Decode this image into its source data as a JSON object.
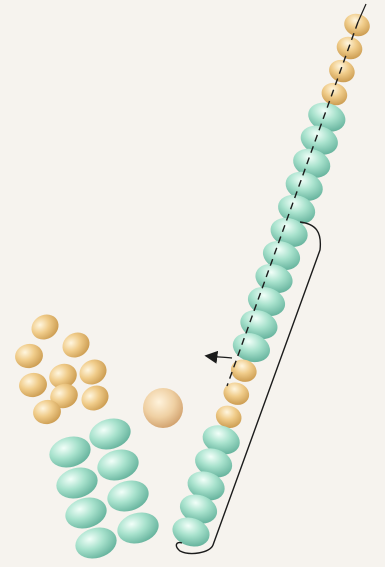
{
  "diagram": {
    "strung_strand": {
      "bead_colors_top_to_bottom": [
        "gold",
        "gold",
        "gold",
        "gold",
        "teal",
        "teal",
        "teal",
        "teal",
        "teal",
        "teal",
        "teal",
        "teal",
        "teal",
        "teal",
        "teal",
        "gold",
        "gold",
        "gold",
        "teal",
        "teal",
        "teal",
        "teal",
        "teal"
      ],
      "thread_end_arrow": true,
      "needle_path_dashed": true
    },
    "loose_gold_beads_count": 9,
    "loose_teal_beads_count": 8,
    "single_bead_color": "gold",
    "arrow_direction": "left"
  },
  "colors": {
    "background": "#f6f3ee",
    "teal_fill": "#9fdcc6",
    "teal_shadow": "#5fae98",
    "gold_fill": "#f0cc8a",
    "gold_shadow": "#c8974b",
    "thread": "#1b1b1b"
  }
}
